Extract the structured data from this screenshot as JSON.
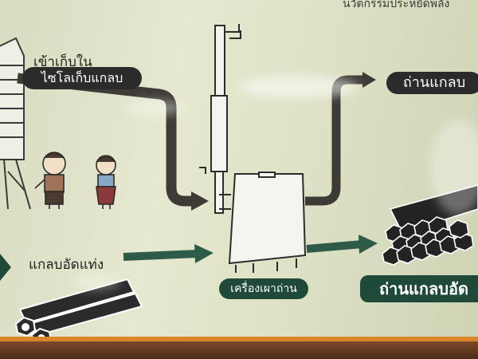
{
  "diagram": {
    "top_right_partial_text": "นวัตกรรมประหยัดพลัง",
    "silo_label_line1": "เข้าเก็บใน",
    "silo_label_line2": "ไซโลเก็บแกลบ",
    "compressed_husk_label": "แกลบอัดแท่ง",
    "kiln_label": "เครื่องเผาถ่าน",
    "charcoal_output_label": "ถ่านแกลบอัด",
    "charcoal_top_label": "ถ่านแกลบ",
    "colors": {
      "dark_green": "#1f4a3a",
      "pipe_brown": "#4a3a30",
      "arrow_green": "#2e5b48",
      "background": "#dfe2c6"
    }
  }
}
